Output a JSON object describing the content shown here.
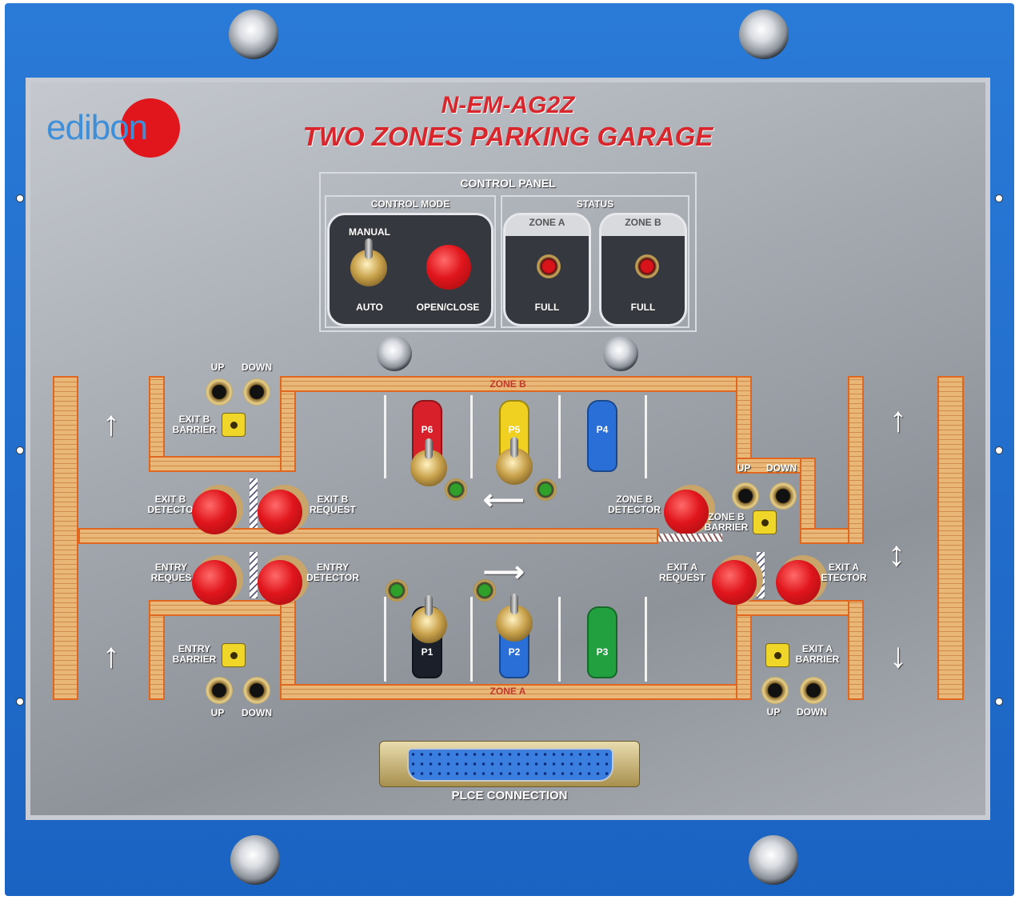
{
  "brand": {
    "logo": "edibon",
    "accent": "#e0161c",
    "frame_color": "#1f6fd0"
  },
  "header": {
    "model": "N-EM-AG2Z",
    "title": "TWO ZONES PARKING GARAGE"
  },
  "control_panel": {
    "title": "CONTROL PANEL",
    "control_mode": {
      "title": "CONTROL MODE",
      "manual": "MANUAL",
      "auto": "AUTO",
      "open_close": "OPEN/CLOSE"
    },
    "status": {
      "title": "STATUS",
      "zone_a": "ZONE A",
      "zone_b": "ZONE B",
      "zone_a_state": "FULL",
      "zone_b_state": "FULL"
    }
  },
  "zones": {
    "zone_a": "ZONE A",
    "zone_b": "ZONE B"
  },
  "cars": [
    {
      "label": "P6",
      "color": "#d8202a"
    },
    {
      "label": "P5",
      "color": "#f0d020"
    },
    {
      "label": "P4",
      "color": "#2a6fd8"
    },
    {
      "label": "P1",
      "color": "#1b1f2a"
    },
    {
      "label": "P2",
      "color": "#2a6fd8"
    },
    {
      "label": "P3",
      "color": "#22a040"
    }
  ],
  "labels": {
    "up": "UP",
    "down": "DOWN",
    "exit_b_barrier": "EXIT B\nBARRIER",
    "exit_b_detector": "EXIT B\nDETECTO",
    "exit_b_request": "EXIT B\nREQUEST",
    "entry_request": "ENTRY\nREQUES",
    "entry_detector": "ENTRY\nDETECTOR",
    "entry_barrier": "ENTRY\nBARRIER",
    "zone_b_detector": "ZONE B\nDETECTOR",
    "zone_b_barrier": "ZONE B\nBARRIER",
    "exit_a_request": "EXIT A\nREQUEST",
    "exit_a_detector": "EXIT A\nETECTOR",
    "exit_a_barrier": "EXIT A\nBARRIER"
  },
  "connector": {
    "label": "PLCE CONNECTION"
  }
}
